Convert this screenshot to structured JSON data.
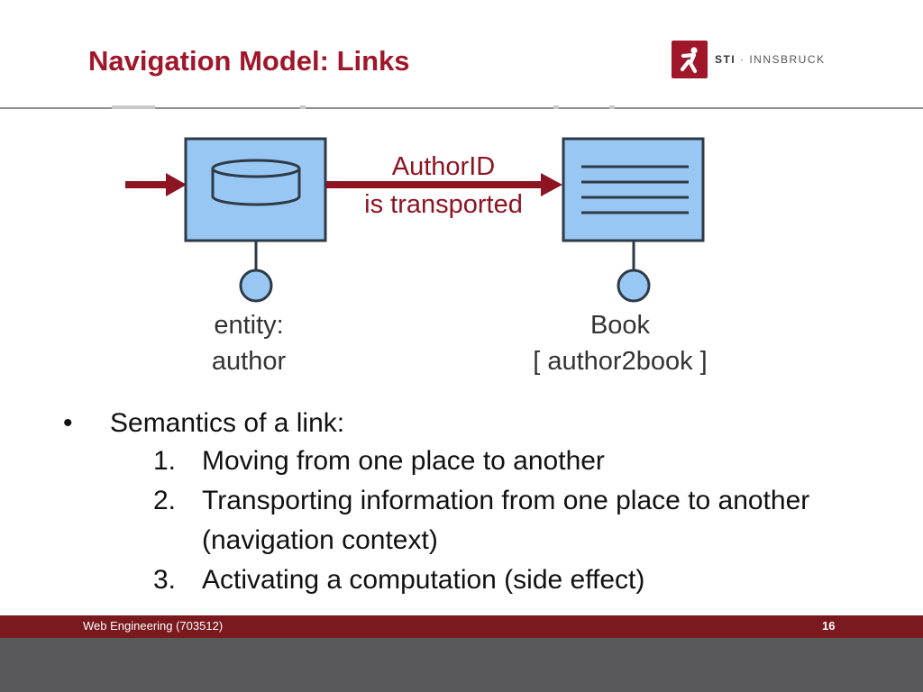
{
  "slide": {
    "title": "Navigation Model: Links"
  },
  "logo": {
    "brand": "STI",
    "separator": " · ",
    "location": "INNSBRUCK",
    "mark_icon": "sti-runner-icon"
  },
  "diagram": {
    "link_label": [
      "AuthorID",
      "is transported"
    ],
    "source_unit": {
      "icon": "entity-cylinder-icon",
      "label": [
        "entity:",
        "author"
      ]
    },
    "target_unit": {
      "icon": "index-list-icon",
      "label": [
        "Book",
        "[ author2book ]"
      ]
    }
  },
  "content": {
    "bullet": "•",
    "heading": "Semantics of a link:",
    "items": [
      {
        "num": "1.",
        "text": "Moving from one place to another"
      },
      {
        "num": "2.",
        "text": "Transporting information from one place to another (navigation context)"
      },
      {
        "num": "3.",
        "text": "Activating a computation (side effect)"
      }
    ]
  },
  "footer": {
    "course": "Web Engineering (703512)",
    "page": "16"
  },
  "colors": {
    "accent": "#a0162a",
    "arrow": "#8e1422",
    "unit_fill": "#99c7f4",
    "unit_stroke": "#2e3a46",
    "footer": "#7a1a1f",
    "footer_gray": "#59595b"
  }
}
